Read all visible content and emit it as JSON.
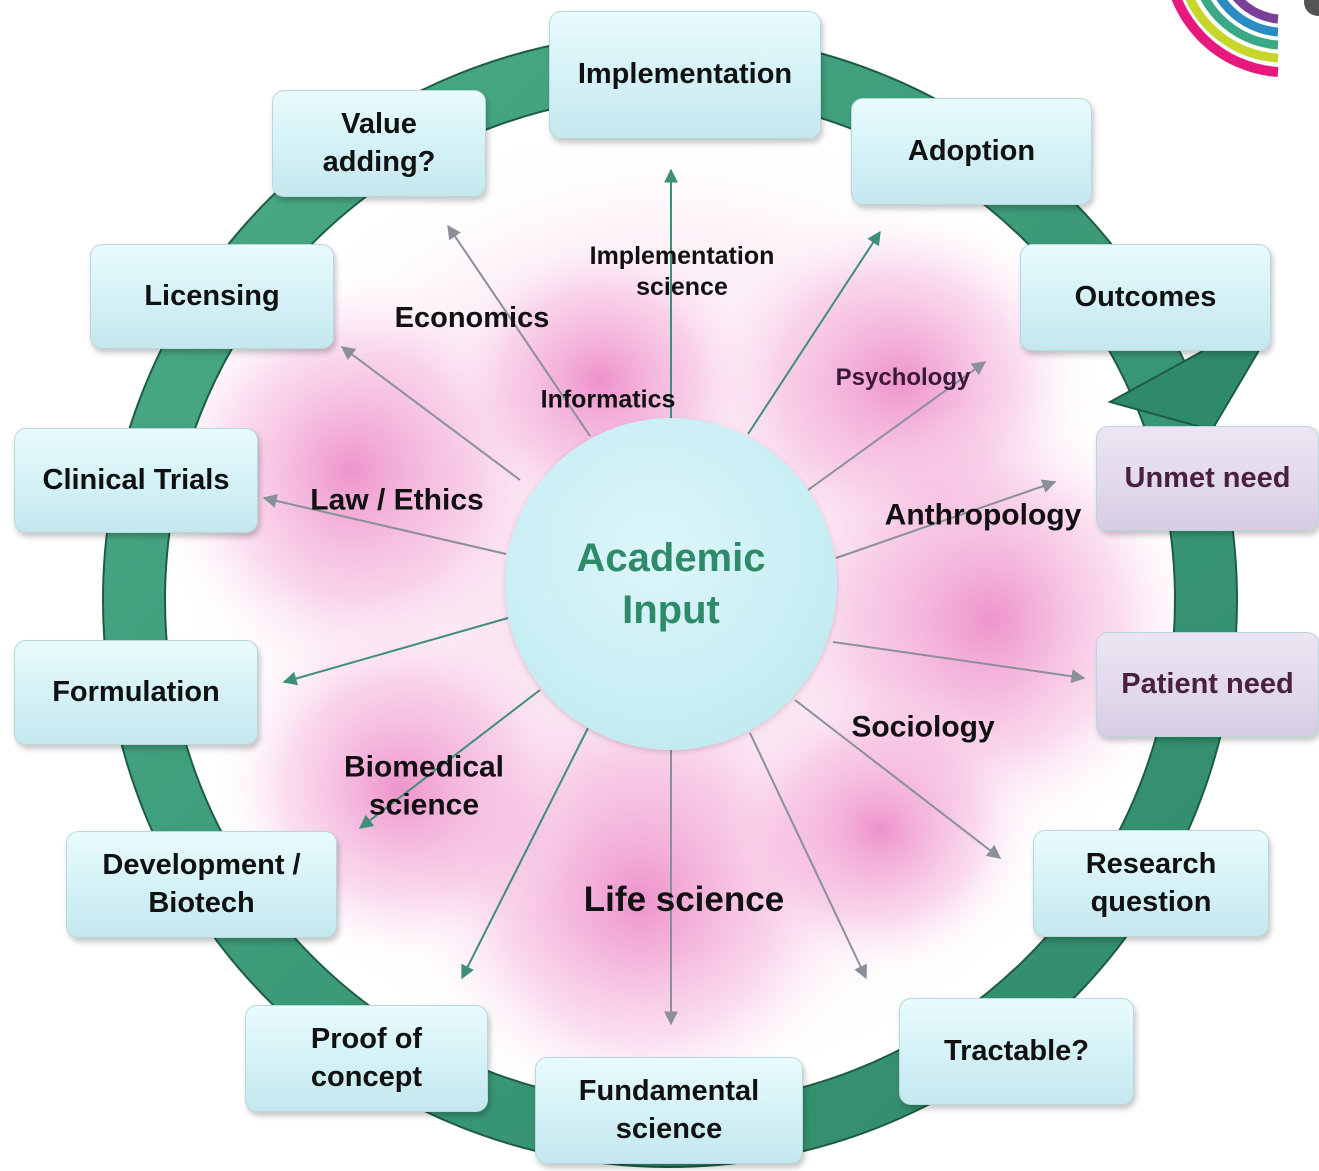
{
  "center": {
    "line1": "Academic",
    "line2": "Input"
  },
  "cycle_boxes": {
    "implementation": "Implementation",
    "adoption": "Adoption",
    "outcomes": "Outcomes",
    "unmet_need": "Unmet need",
    "patient_need": "Patient need",
    "research_question_1": "Research",
    "research_question_2": "question",
    "tractable": "Tractable?",
    "fundamental_science_1": "Fundamental",
    "fundamental_science_2": "science",
    "proof_of_concept_1": "Proof of",
    "proof_of_concept_2": "concept",
    "development_1": "Development /",
    "development_2": "Biotech",
    "formulation": "Formulation",
    "clinical_trials": "Clinical Trials",
    "licensing": "Licensing",
    "value_adding_1": "Value",
    "value_adding_2": "adding?"
  },
  "disciplines": {
    "implementation_science_1": "Implementation",
    "implementation_science_2": "science",
    "economics": "Economics",
    "informatics": "Informatics",
    "psychology": "Psychology",
    "anthropology": "Anthropology",
    "law_ethics": "Law / Ethics",
    "sociology": "Sociology",
    "biomedical_science_1": "Biomedical",
    "biomedical_science_2": "science",
    "life_science": "Life science"
  },
  "colors": {
    "ring": "#3a9a78",
    "ring_edge": "#1e5c44",
    "arrow_teal": "#3f8f78",
    "arrow_grey": "#8a8f9a",
    "center_text": "#2f8a6a",
    "blob_pink": "#e24aa8"
  },
  "logo": {
    "name": "concentric-arcs-logo"
  }
}
